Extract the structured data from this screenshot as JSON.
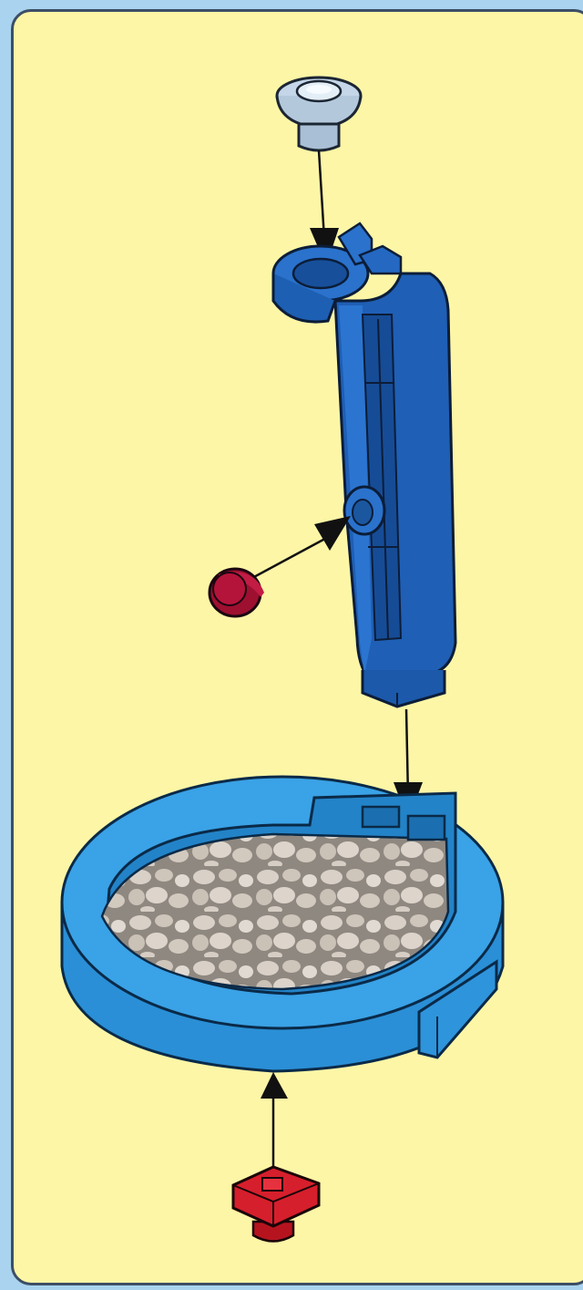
{
  "diagram": {
    "panel_color": "#fdf6a6",
    "frame_color": "#a9d3ee",
    "outline_color": "#3c4e66",
    "parts": [
      {
        "name": "grey-push-cap",
        "color": "#b9cde0"
      },
      {
        "name": "blue-arm-post",
        "color": "#1d63b8"
      },
      {
        "name": "red-knob",
        "color": "#b3143a"
      },
      {
        "name": "light-blue-round-base",
        "color": "#2f95dc"
      },
      {
        "name": "stone-pattern-surface",
        "color": "#cfc6bc"
      },
      {
        "name": "red-bottom-clip",
        "color": "#d8202e"
      }
    ],
    "arrow_color": "#000000"
  }
}
